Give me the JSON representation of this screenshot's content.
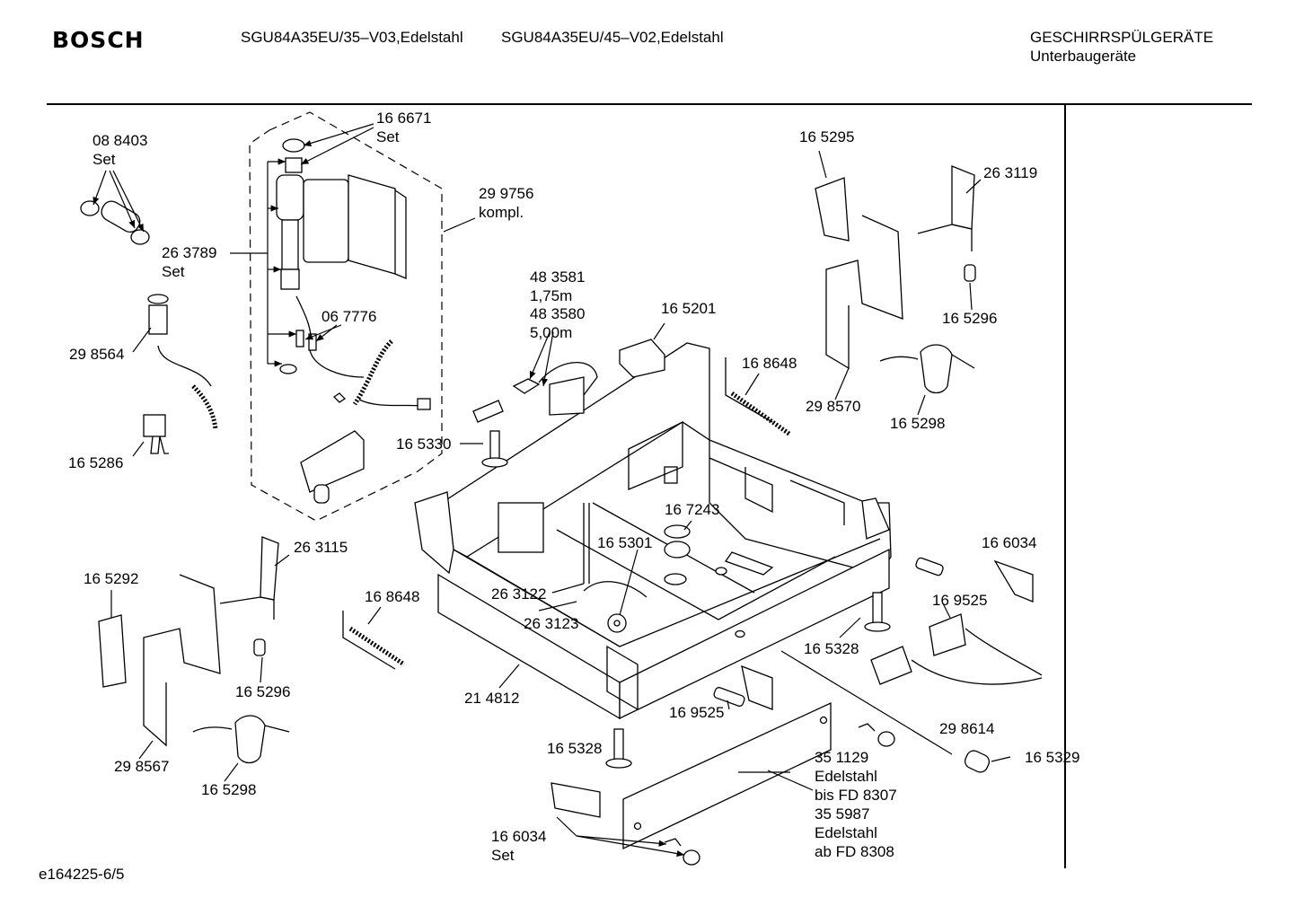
{
  "header": {
    "brand": "BOSCH",
    "model_1": "SGU84A35EU/35–V03,Edelstahl",
    "model_2": "SGU84A35EU/45–V02,Edelstahl",
    "category": "GESCHIRRSPÜLGERÄTE",
    "subcategory": "Unterbaugeräte"
  },
  "labels": {
    "l_166671": [
      "16 6671",
      "Set"
    ],
    "l_088403": [
      "08 8403",
      "Set"
    ],
    "l_299756": [
      "29 9756",
      "kompl."
    ],
    "l_263789": [
      "26 3789",
      "Set"
    ],
    "l_298564": [
      "29 8564"
    ],
    "l_067776": [
      "06 7776"
    ],
    "l_165286": [
      "16 5286"
    ],
    "l_483581": [
      "48 3581",
      "1,75m",
      "48 3580",
      "5,00m"
    ],
    "l_165201": [
      "16 5201"
    ],
    "l_165330": [
      "16 5330"
    ],
    "l_165295": [
      "16 5295"
    ],
    "l_263119": [
      "26 3119"
    ],
    "l_165296a": [
      "16 5296"
    ],
    "l_168648a": [
      "16 8648"
    ],
    "l_298570": [
      "29 8570"
    ],
    "l_165298a": [
      "16 5298"
    ],
    "l_167243": [
      "16 7243"
    ],
    "l_165301": [
      "16 5301"
    ],
    "l_263115": [
      "26 3115"
    ],
    "l_165292": [
      "16 5292"
    ],
    "l_168648b": [
      "16 8648"
    ],
    "l_263122": [
      "26 3122"
    ],
    "l_263123": [
      "26 3123"
    ],
    "l_165296b": [
      "16 5296"
    ],
    "l_214812": [
      "21 4812"
    ],
    "l_298567": [
      "29 8567"
    ],
    "l_165298b": [
      "16 5298"
    ],
    "l_166034a": [
      "16 6034"
    ],
    "l_169525a": [
      "16 9525"
    ],
    "l_165328a": [
      "16 5328"
    ],
    "l_169525b": [
      "16 9525"
    ],
    "l_298614": [
      "29 8614"
    ],
    "l_165328b": [
      "16 5328"
    ],
    "l_165329": [
      "16 5329"
    ],
    "l_351129": [
      "35 1129",
      "Edelstahl",
      "bis FD 8307",
      "35 5987",
      "Edelstahl",
      "ab FD 8308"
    ],
    "l_166034b": [
      "16 6034",
      "Set"
    ]
  },
  "footer": {
    "drawing_id": "e164225-6/5"
  }
}
